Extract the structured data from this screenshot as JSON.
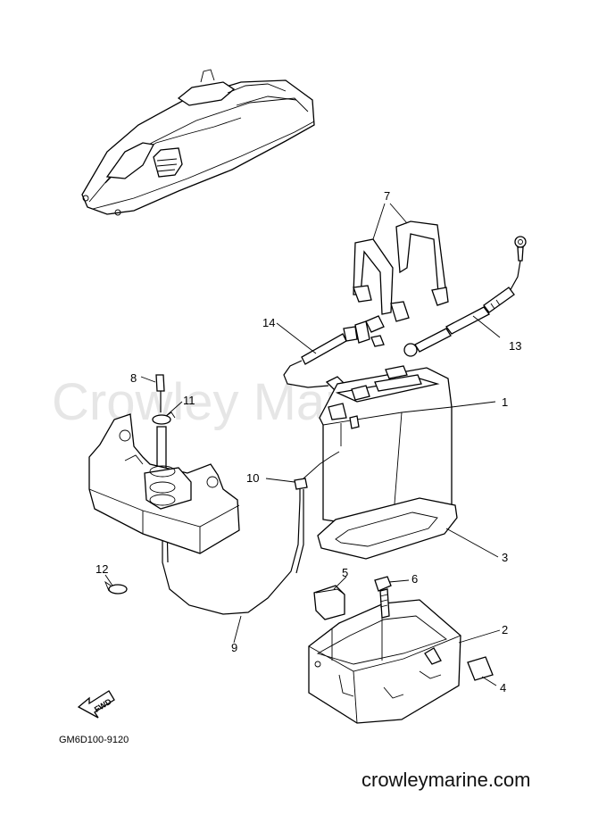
{
  "diagram": {
    "drawing_code": "GM6D100-9120",
    "watermark": "Crowley Marine",
    "website": "crowleymarine.com",
    "fwd_label": "FWD",
    "callouts": [
      {
        "id": "1",
        "label": "1"
      },
      {
        "id": "2",
        "label": "2"
      },
      {
        "id": "3",
        "label": "3"
      },
      {
        "id": "4",
        "label": "4"
      },
      {
        "id": "5",
        "label": "5"
      },
      {
        "id": "6",
        "label": "6"
      },
      {
        "id": "7",
        "label": "7"
      },
      {
        "id": "8",
        "label": "8"
      },
      {
        "id": "9",
        "label": "9"
      },
      {
        "id": "10",
        "label": "10"
      },
      {
        "id": "11",
        "label": "11"
      },
      {
        "id": "12",
        "label": "12"
      },
      {
        "id": "13",
        "label": "13"
      },
      {
        "id": "14",
        "label": "14"
      }
    ]
  }
}
